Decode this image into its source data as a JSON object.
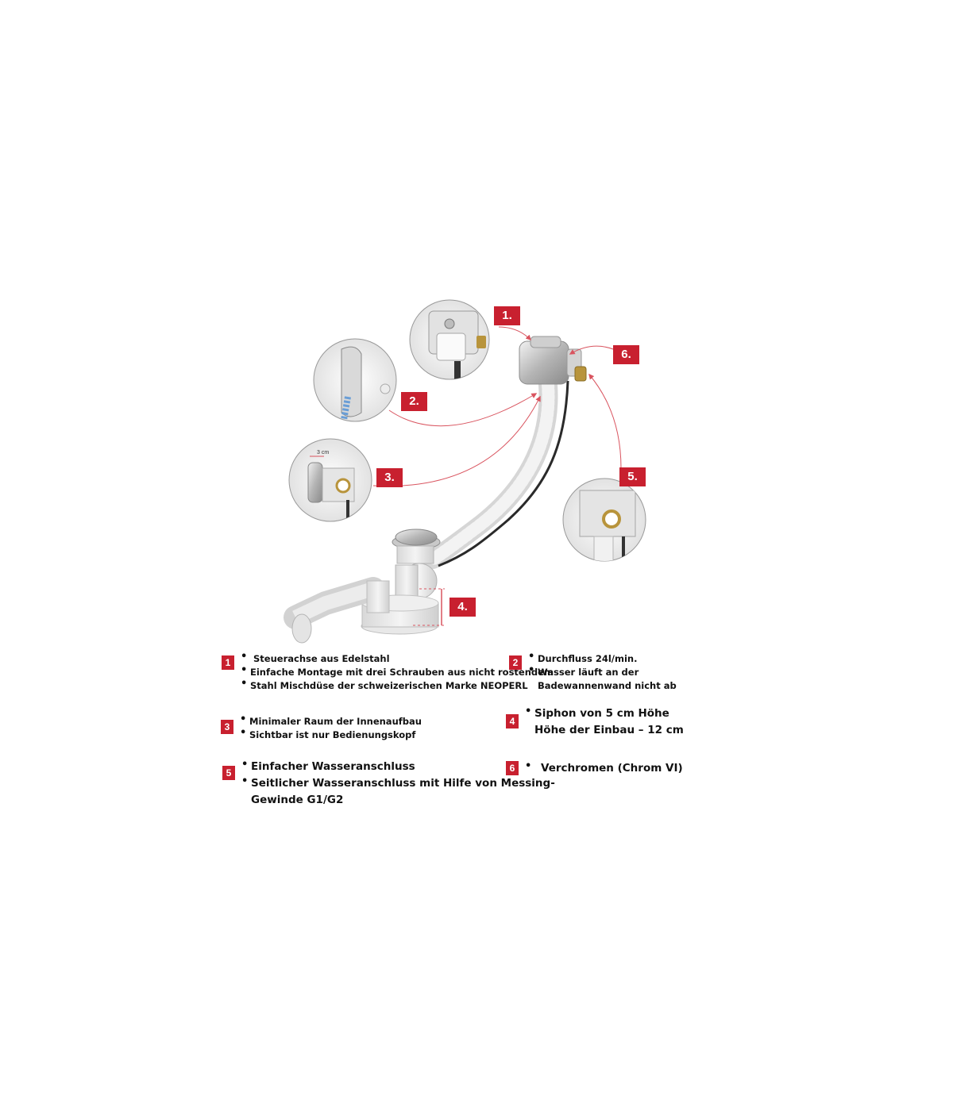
{
  "callouts": [
    "1.",
    "2.",
    "3.",
    "4.",
    "5.",
    "6."
  ],
  "inset_measure_label": "3 cm",
  "legend": [
    {
      "number": "1",
      "lines": [
        "Steuerachse aus Edelstahl",
        "Einfache Montage mit drei Schrauben aus nicht rostendem",
        "Stahl Mischdüse der schweizerischen Marke NEOPERL"
      ]
    },
    {
      "number": "2",
      "lines": [
        "Durchfluss 24l/min.",
        "Wasser läuft an der",
        "Badewannenwand nicht ab"
      ]
    },
    {
      "number": "3",
      "lines": [
        "Minimaler Raum der Innenaufbau",
        "Sichtbar ist nur Bedienungskopf"
      ]
    },
    {
      "number": "4",
      "lines": [
        "Siphon von 5 cm Höhe",
        "Höhe der Einbau – 12 cm"
      ]
    },
    {
      "number": "5",
      "lines": [
        "Einfacher Wasseranschluss",
        "Seitlicher Wasseranschluss mit Hilfe von Messing-",
        "Gewinde G1/G2"
      ]
    },
    {
      "number": "6",
      "lines": [
        "Verchromen (Chrom VI)"
      ]
    }
  ],
  "colors": {
    "badge": "#c8202f",
    "arrow": "#d9545f",
    "chrome": "#b8b8b8",
    "hose": "#e6e6e6",
    "brass": "#b8943c"
  }
}
